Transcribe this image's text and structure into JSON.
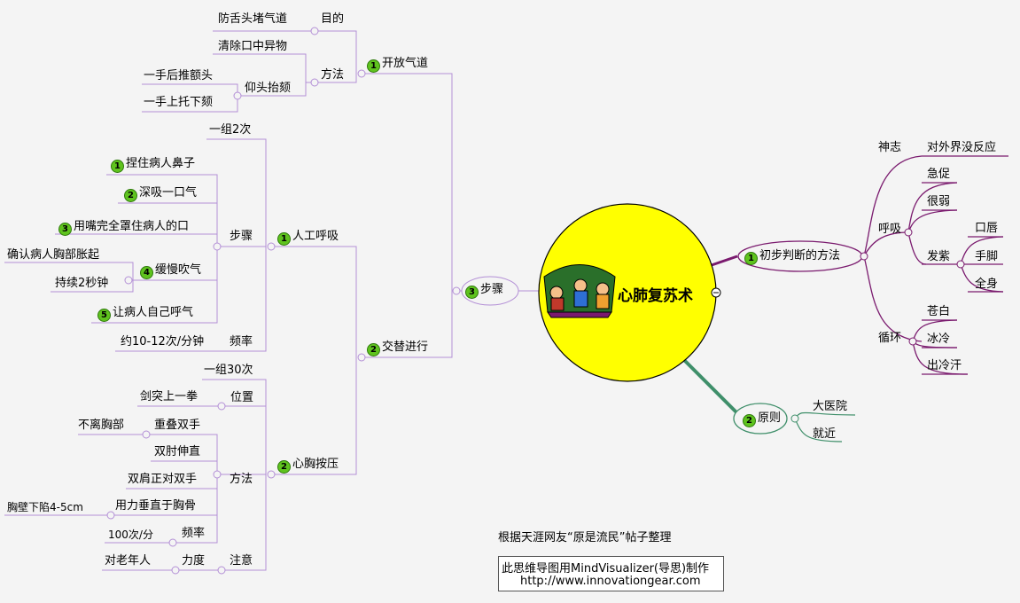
{
  "central": {
    "title": "心肺复苏术"
  },
  "colors": {
    "left": "#b38fd6",
    "right_purple": "#7a1a6e",
    "right_green": "#3f8f6a",
    "central_fill": "#ffff00",
    "badge": "#5fc31e"
  },
  "nodes": {
    "kaifang": {
      "num": "1",
      "label": "开放气道"
    },
    "mudi": "目的",
    "fangshetou": "防舌头堵气道",
    "fangfa1": "方法",
    "qingchu": "清除口中异物",
    "yangtou": "仰头抬颏",
    "houtui": "一手后推额头",
    "shangtuo": "一手上托下颏",
    "rengong": {
      "num": "1",
      "label": "人工呼吸"
    },
    "yizu2": "一组2次",
    "buzhou1": "步骤",
    "nie": {
      "num": "1",
      "label": "捏住病人鼻子"
    },
    "shenxi": {
      "num": "2",
      "label": "深吸一口气"
    },
    "yongzui": {
      "num": "3",
      "label": "用嘴完全罩住病人的口"
    },
    "huanman": {
      "num": "4",
      "label": "缓慢吹气"
    },
    "queren": "确认病人胸部胀起",
    "chixu": "持续2秒钟",
    "ziji": {
      "num": "5",
      "label": "让病人自己呼气"
    },
    "pinlv1": "频率",
    "yue": "约10-12次/分钟",
    "jiaoti": {
      "num": "2",
      "label": "交替进行"
    },
    "buzhou3": {
      "num": "3",
      "label": "步骤"
    },
    "xinxiong": {
      "num": "2",
      "label": "心胸按压"
    },
    "yizu30": "一组30次",
    "weizhi": "位置",
    "jian": "剑突上一拳",
    "fangfa2": "方法",
    "chongdie": "重叠双手",
    "buli": "不离胸部",
    "shuangzhou": "双肘伸直",
    "shuangjian": "双肩正对双手",
    "yongli": "用力垂直于胸骨",
    "xiongbi": "胸壁下陷4-5cm",
    "pinlv2": "频率",
    "ci100": "100次/分",
    "zhuyi": "注意",
    "lidu": "力度",
    "laonian": "对老年人",
    "chubu": {
      "num": "1",
      "label": "初步判断的方法"
    },
    "shenzhi": "神志",
    "fanying": "对外界没反应",
    "huxi": "呼吸",
    "jicu": "急促",
    "henruo": "很弱",
    "fazi": "发紫",
    "kouchun": "口唇",
    "shoujiao": "手脚",
    "quanshen": "全身",
    "xunhuan": "循环",
    "cangbai": "苍白",
    "bingleng": "冰冷",
    "chulenghan": "出冷汗",
    "yuanze": {
      "num": "2",
      "label": "原则"
    },
    "dayiyuan": "大医院",
    "jiujin": "就近"
  },
  "footer": {
    "source": "根据天涯网友“原是流民”帖子整理",
    "made_with": "此思维导图用MindVisualizer(导思)制作",
    "url": "http://www.innovationgear.com"
  }
}
